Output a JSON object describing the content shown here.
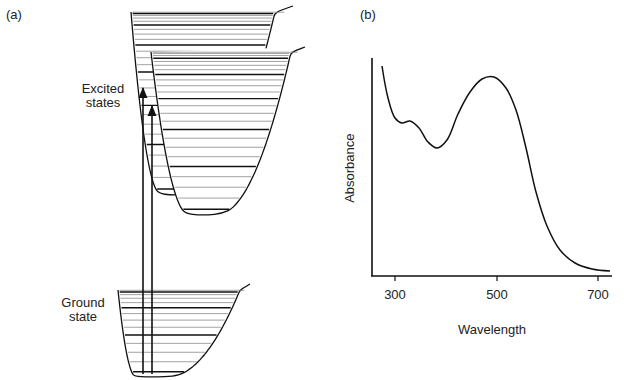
{
  "diagram": {
    "labels": [
      "(a)",
      "Excited states",
      "Ground state",
      "(b)",
      "Absorbance",
      "Wavelength",
      "300",
      "500",
      "700"
    ]
  }
}
